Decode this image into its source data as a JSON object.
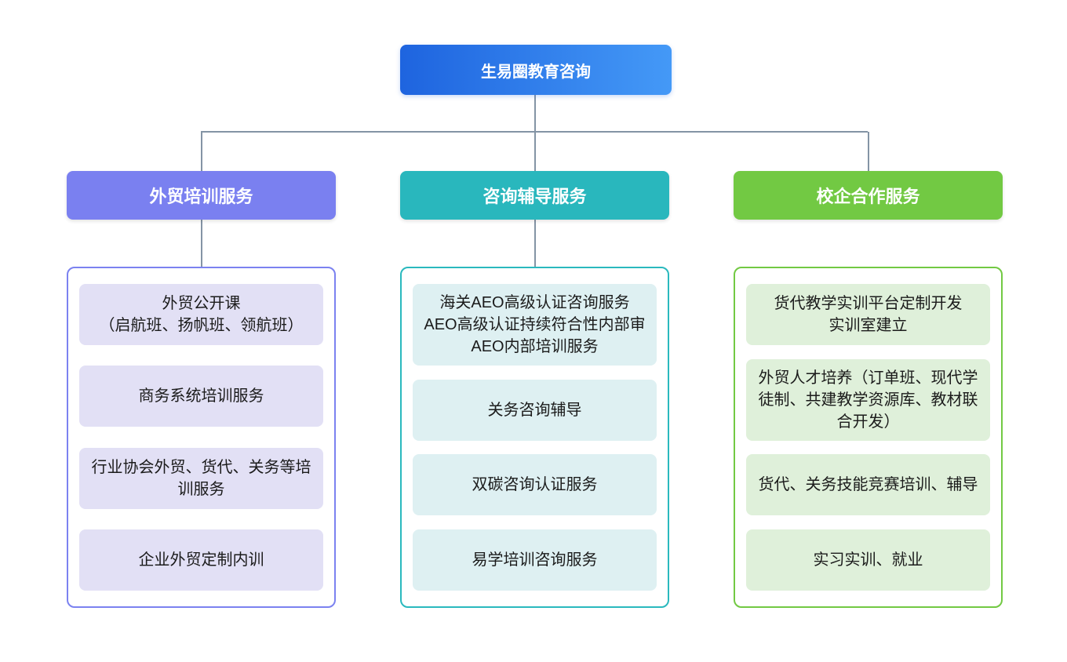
{
  "root": {
    "label": "生易圈教育咨询",
    "gradient_from": "#1E64DF",
    "gradient_to": "#4499F7"
  },
  "connectors": {
    "color": "#8494A5"
  },
  "branches": [
    {
      "label": "外贸培训服务",
      "header_color": "#7A80F0",
      "border_color": "#7B82F0",
      "item_bg": "#E2E0F5",
      "items": [
        "外贸公开课\n（启航班、扬帆班、领航班）",
        "商务系统培训服务",
        "行业协会外贸、货代、关务等培训服务",
        "企业外贸定制内训"
      ]
    },
    {
      "label": "咨询辅导服务",
      "header_color": "#29B7BD",
      "border_color": "#2AB9BE",
      "item_bg": "#DEF0F2",
      "items": [
        "海关AEO高级认证咨询服务\nAEO高级认证持续符合性内部审\nAEO内部培训服务",
        "关务咨询辅导",
        "双碳咨询认证服务",
        "易学培训咨询服务"
      ]
    },
    {
      "label": "校企合作服务",
      "header_color": "#72C943",
      "border_color": "#72C943",
      "item_bg": "#DFF0DA",
      "items": [
        "货代教学实训平台定制开发\n实训室建立",
        "外贸人才培养（订单班、现代学徒制、共建教学资源库、教材联合开发）",
        "货代、关务技能竞赛培训、辅导",
        "实习实训、就业"
      ]
    }
  ]
}
